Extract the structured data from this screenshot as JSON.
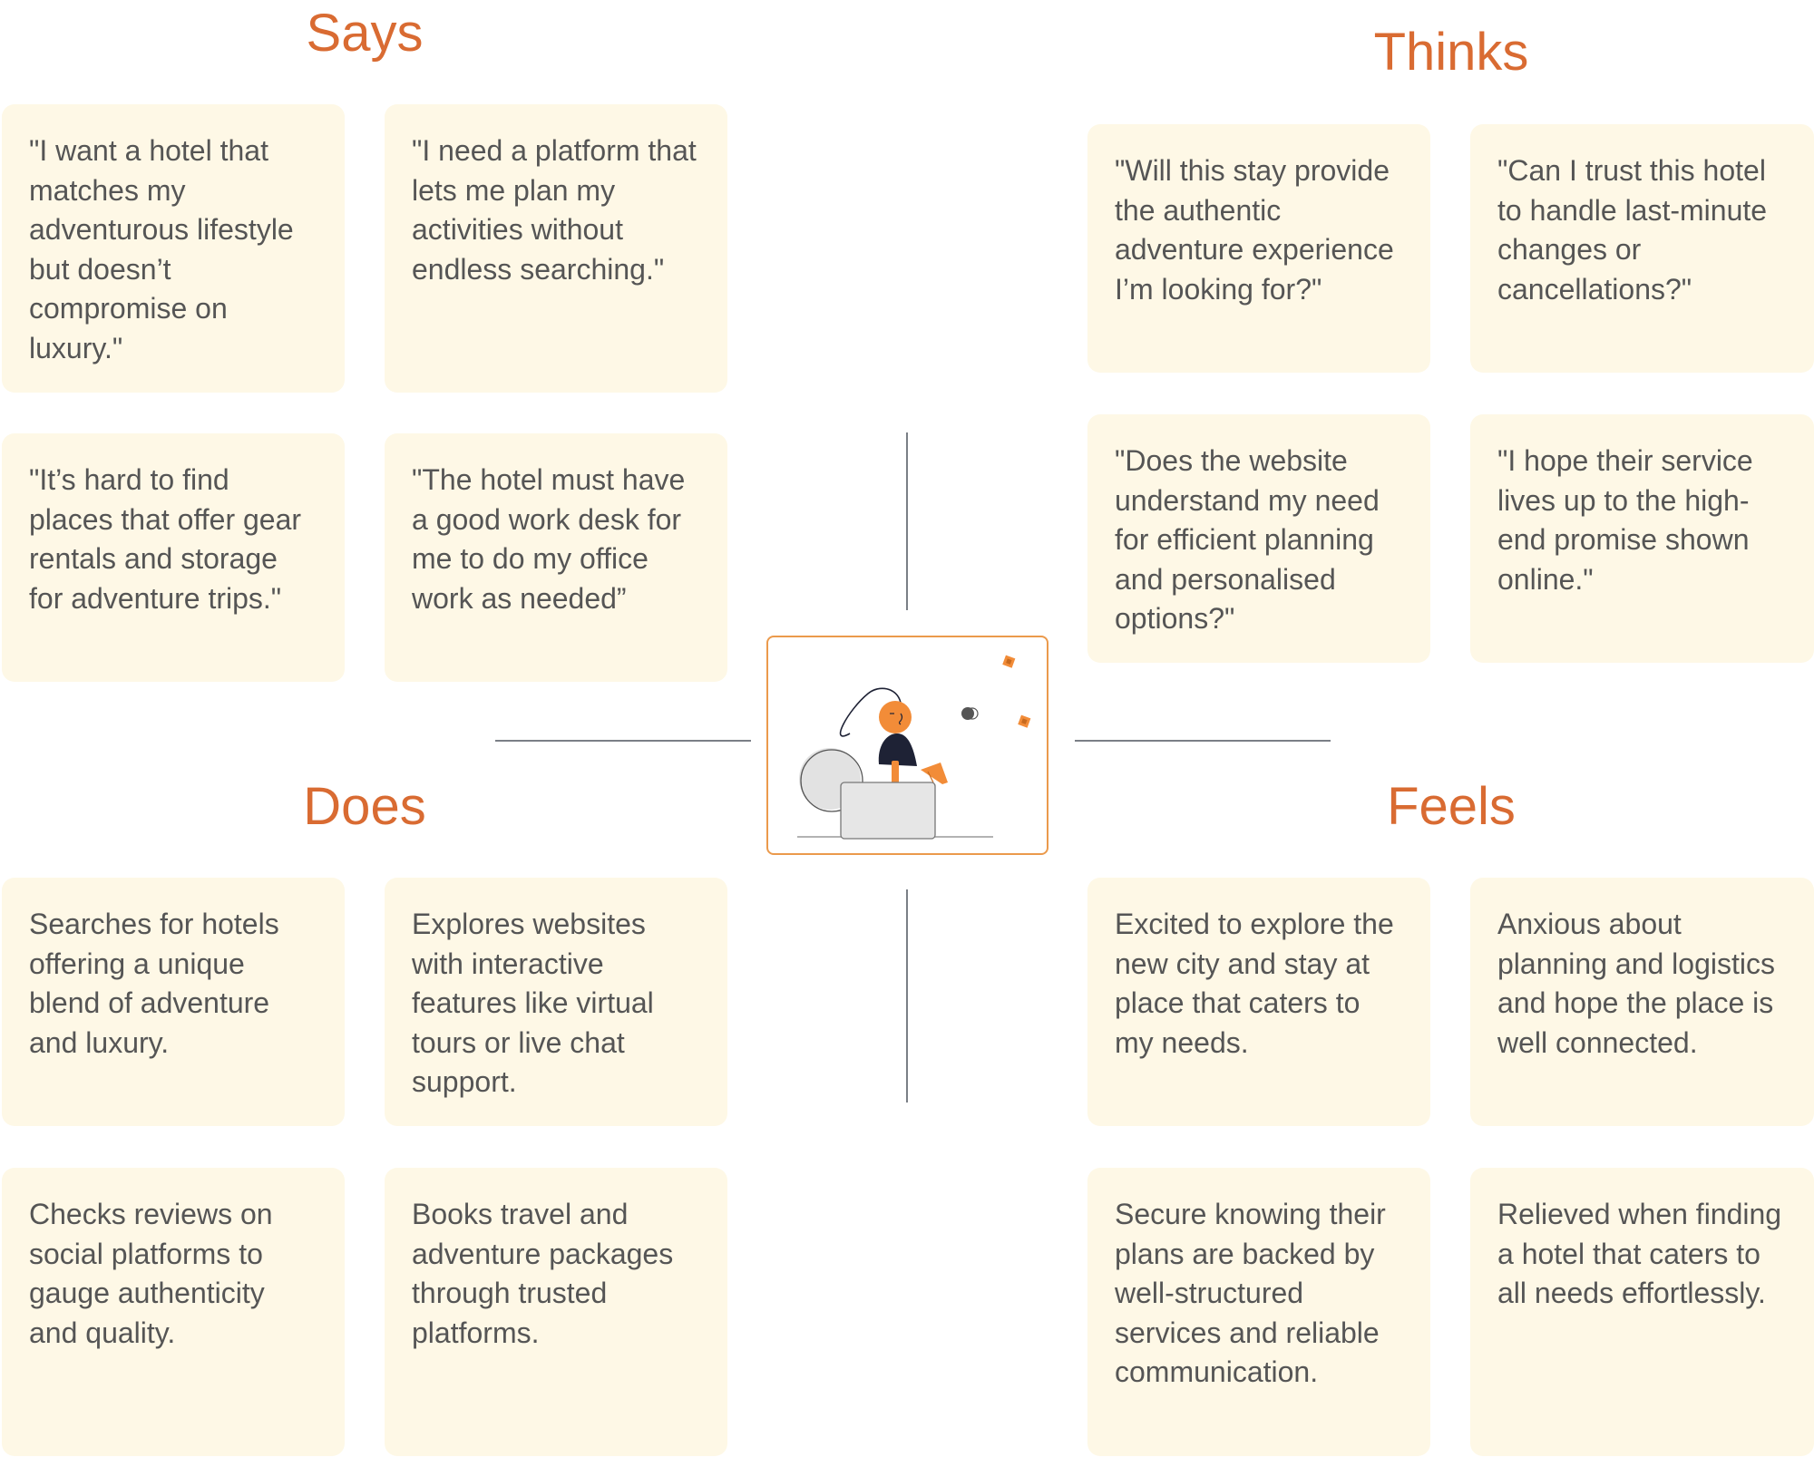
{
  "colors": {
    "heading": "#D96B32",
    "card_bg": "#FEF8E6",
    "card_text": "#555555",
    "divider": "#7A7F86",
    "center_border": "#EB9A4C",
    "accent_orange": "#F28C38",
    "figure_dark": "#1E2235"
  },
  "says": {
    "heading": "Says",
    "cards": [
      "\"I want a hotel that matches my adventurous lifestyle but doesn’t compromise on luxury.\"",
      "\"I need a platform that lets me plan my activities without endless searching.\"",
      "\"It’s hard to find places that offer gear rentals and storage for adventure trips.\"",
      "\"The hotel must have a good work desk for me to do my office work as needed”"
    ]
  },
  "thinks": {
    "heading": "Thinks",
    "cards": [
      "\"Will this stay provide the authentic adventure experience I’m looking for?\"",
      "\"Can I trust this hotel to handle last-minute changes or cancellations?\"",
      "\"Does the website understand my need for efficient planning and personalised options?\"",
      "\"I hope their service lives up to the high-end promise shown online.\""
    ]
  },
  "does": {
    "heading": "Does",
    "cards": [
      "Searches for hotels offering a unique blend of adventure and luxury.",
      "Explores websites with interactive features like virtual tours or live chat support.",
      "Checks reviews on social platforms to gauge authenticity and quality.",
      "Books travel and adventure packages through trusted platforms."
    ]
  },
  "feels": {
    "heading": "Feels",
    "cards": [
      "Excited to explore the new city and stay at place that caters to my needs.",
      "Anxious about planning and logistics and hope the place is well connected.",
      "Secure knowing their plans are backed by well-structured services and reliable communication.",
      "Relieved when finding a hotel that caters to all needs effortlessly."
    ]
  },
  "center": {
    "icon": "person-at-laptop-illustration"
  }
}
